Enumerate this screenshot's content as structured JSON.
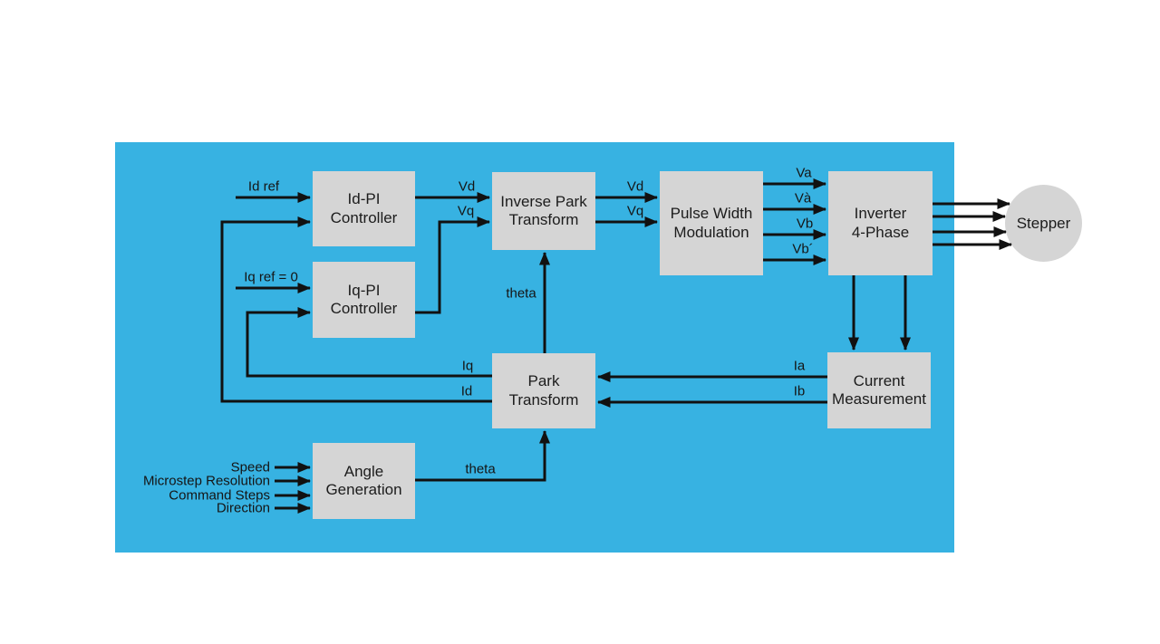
{
  "diagram": {
    "type": "block-diagram",
    "subject": "Field-oriented control of a 4-phase stepper motor",
    "colors": {
      "panel_background": "#37B2E2",
      "block_fill": "#D5D5D5",
      "line_color": "#111111",
      "text_color": "#1c1c1c",
      "page_background": "#FFFFFF"
    },
    "blocks": {
      "id_pi": {
        "lines": [
          "Id-PI",
          "Controller"
        ]
      },
      "iq_pi": {
        "lines": [
          "Iq-PI",
          "Controller"
        ]
      },
      "inverse_park": {
        "lines": [
          "Inverse Park",
          "Transform"
        ]
      },
      "pwm": {
        "lines": [
          "Pulse Width",
          "Modulation"
        ]
      },
      "inverter": {
        "lines": [
          "Inverter",
          "4-Phase"
        ]
      },
      "park": {
        "lines": [
          "Park",
          "Transform"
        ]
      },
      "current": {
        "lines": [
          "Current",
          "Measurement"
        ]
      },
      "angle": {
        "lines": [
          "Angle",
          "Generation"
        ]
      },
      "stepper": {
        "label": "Stepper"
      }
    },
    "signals": {
      "id_ref": "Id ref",
      "iq_ref": "Iq ref = 0",
      "vd_in": "Vd",
      "vq_in": "Vq",
      "vd_out": "Vd",
      "vq_out": "Vq",
      "va": "Va",
      "va_inv": "Và",
      "vb": "Vb",
      "vb_inv": "Vb´",
      "theta_upper": "theta",
      "theta_lower": "theta",
      "iq_fb": "Iq",
      "id_fb": "Id",
      "ia": "Ia",
      "ib": "Ib",
      "speed": "Speed",
      "microstep": "Microstep Resolution",
      "command_steps": "Command Steps",
      "direction": "Direction"
    }
  }
}
